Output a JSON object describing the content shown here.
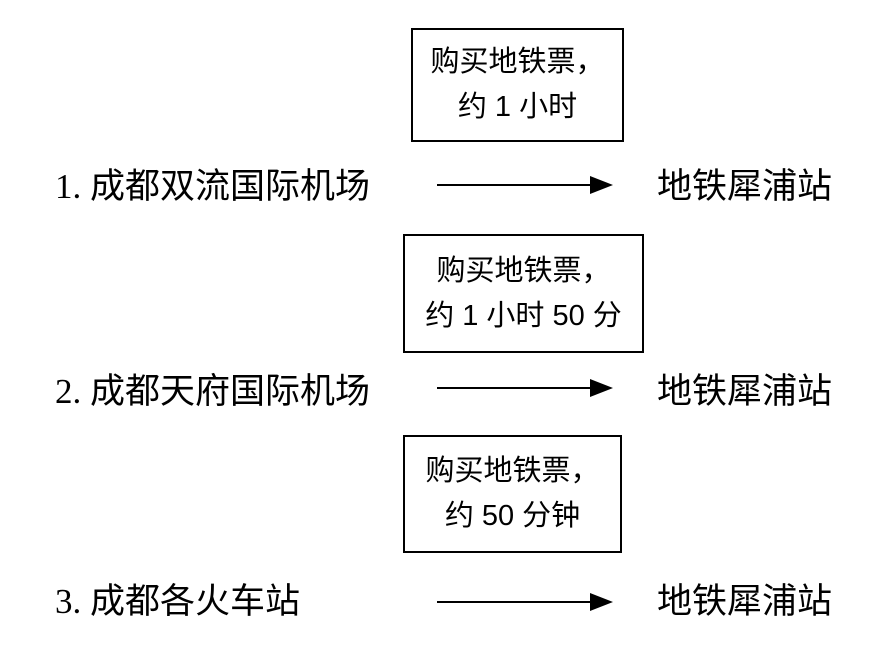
{
  "page": {
    "background_color": "#ffffff",
    "text_color": "#000000",
    "box_border_color": "#000000",
    "arrow_color": "#000000"
  },
  "diagram": {
    "description_icon": "arrow-right-icon",
    "routes": [
      {
        "origin": "1. 成都双流国际机场",
        "destination": "地铁犀浦站",
        "note": {
          "line1": "购买地铁票，",
          "line2": "约 1 小时"
        }
      },
      {
        "origin": "2. 成都天府国际机场",
        "destination": "地铁犀浦站",
        "note": {
          "line1": "购买地铁票，",
          "line2": "约 1 小时 50 分"
        }
      },
      {
        "origin": "3. 成都各火车站",
        "destination": "地铁犀浦站",
        "note": {
          "line1": "购买地铁票，",
          "line2": "约 50 分钟"
        }
      }
    ]
  }
}
